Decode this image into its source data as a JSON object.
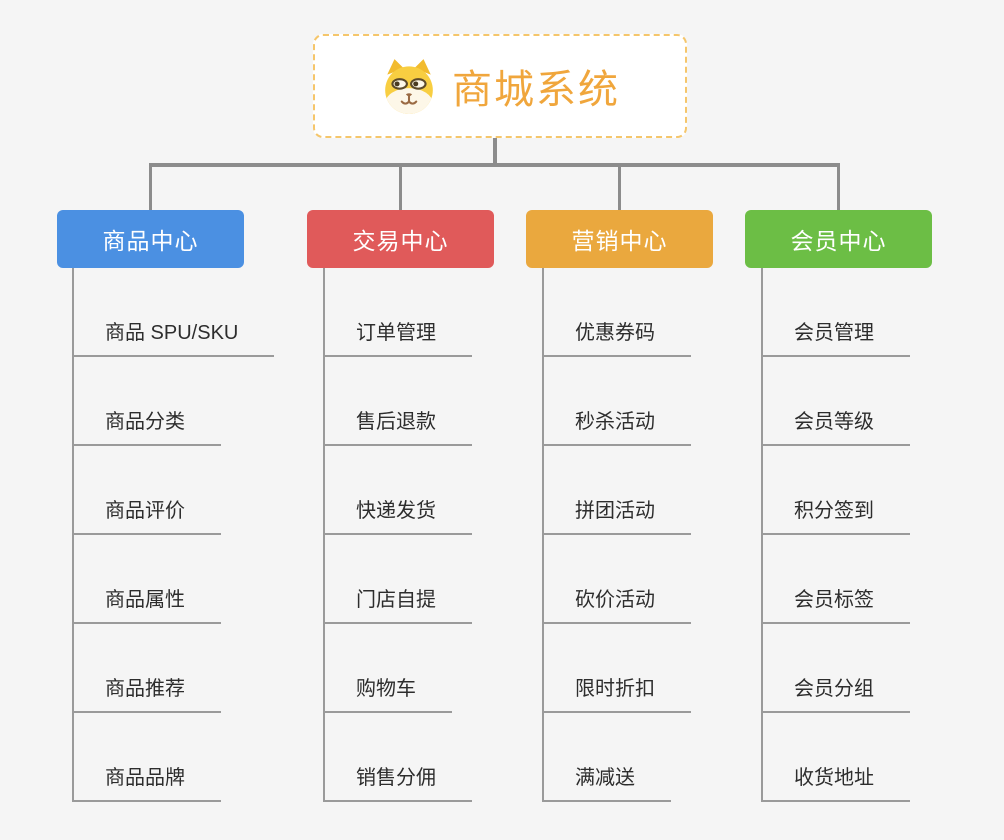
{
  "root": {
    "title": "商城系统",
    "icon": "shiba-dog-icon",
    "title_color": "#f0a63c",
    "border_color": "#f5c66b"
  },
  "branches": [
    {
      "label": "商品中心",
      "color": "#4b90e2",
      "items": [
        "商品 SPU/SKU",
        "商品分类",
        "商品评价",
        "商品属性",
        "商品推荐",
        "商品品牌"
      ]
    },
    {
      "label": "交易中心",
      "color": "#e05a5a",
      "items": [
        "订单管理",
        "售后退款",
        "快递发货",
        "门店自提",
        "购物车",
        "销售分佣"
      ]
    },
    {
      "label": "营销中心",
      "color": "#eaa83e",
      "items": [
        "优惠券码",
        "秒杀活动",
        "拼团活动",
        "砍价活动",
        "限时折扣",
        "满减送"
      ]
    },
    {
      "label": "会员中心",
      "color": "#6cbe45",
      "items": [
        "会员管理",
        "会员等级",
        "积分签到",
        "会员标签",
        "会员分组",
        "收货地址"
      ]
    }
  ]
}
